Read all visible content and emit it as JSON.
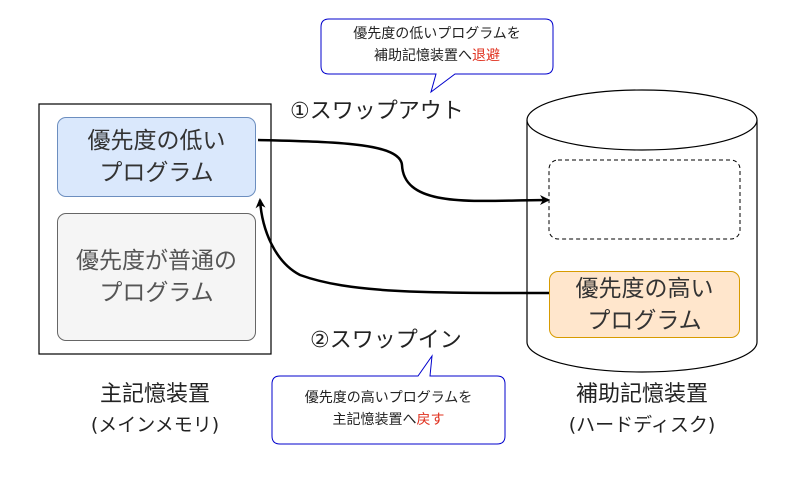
{
  "main_memory": {
    "label_line1": "主記憶装置",
    "label_line2": "(メインメモリ)",
    "low_priority_program": [
      "優先度の低い",
      "プログラム"
    ],
    "normal_priority_program": [
      "優先度が普通の",
      "プログラム"
    ]
  },
  "auxiliary_storage": {
    "label_line1": "補助記憶装置",
    "label_line2": "(ハードディスク)",
    "high_priority_program": [
      "優先度の高い",
      "プログラム"
    ]
  },
  "swap_out": {
    "label": "①スワップアウト",
    "callout_line1": "優先度の低いプログラムを",
    "callout_line2_prefix": "補助記憶装置へ",
    "callout_line2_emphasis": "退避"
  },
  "swap_in": {
    "label": "②スワップイン",
    "callout_line1": "優先度の高いプログラムを",
    "callout_line2_prefix": "主記憶装置へ",
    "callout_line2_emphasis": "戻す"
  },
  "colors": {
    "low_priority_fill": "#dae8fc",
    "low_priority_stroke": "#6c8ebf",
    "normal_priority_fill": "#f5f5f5",
    "normal_priority_stroke": "#666666",
    "high_priority_fill": "#ffe6cc",
    "high_priority_stroke": "#d79b00",
    "callout_stroke": "#0000cc",
    "emphasis": "#e0301e"
  }
}
